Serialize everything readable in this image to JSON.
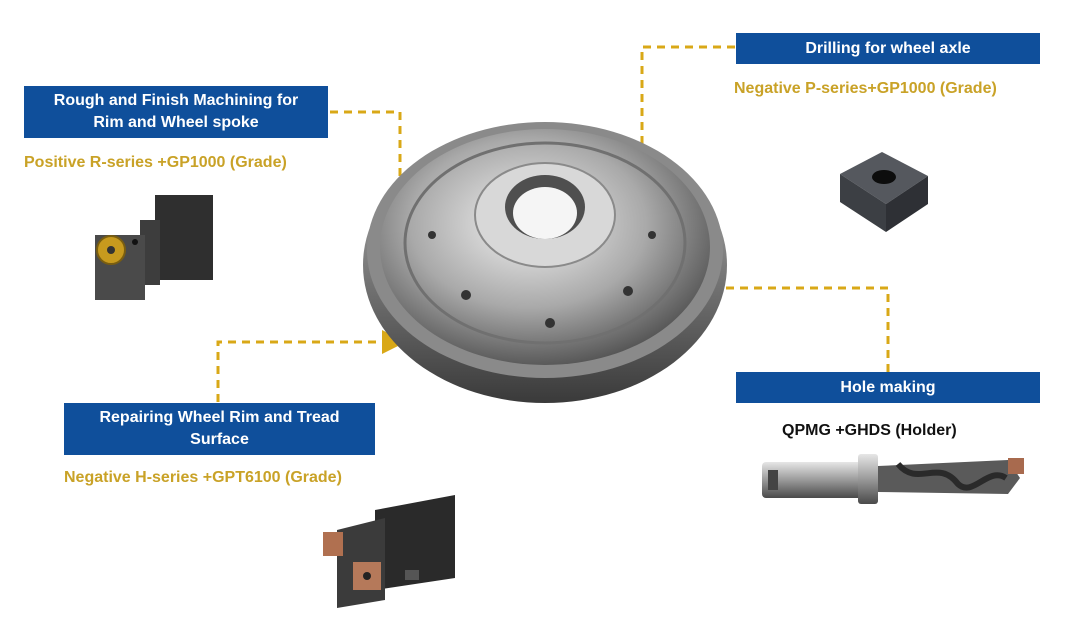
{
  "callouts": {
    "rough_finish": {
      "title_line1": "Rough and Finish Machining for",
      "title_line2": "Rim and Wheel spoke",
      "grade": "Positive R-series +GP1000 (Grade)"
    },
    "drilling": {
      "title": "Drilling for wheel axle",
      "grade": "Negative P-series+GP1000 (Grade)"
    },
    "repairing": {
      "title_line1": "Repairing Wheel Rim and Tread",
      "title_line2": "Surface",
      "grade": "Negative H-series +GPT6100 (Grade)"
    },
    "hole_making": {
      "title": "Hole making",
      "holder": "QPMG +GHDS (Holder)"
    }
  },
  "icons": {
    "wheel": "railway-wheel-image",
    "tool1": "turning-tool-holder-image",
    "insert": "square-insert-image",
    "tool2": "boring-bar-image",
    "drill": "indexable-drill-image"
  },
  "colors": {
    "label_bg": "#0f4f9b",
    "grade_text": "#c9a227",
    "arrow": "#d9a817"
  }
}
